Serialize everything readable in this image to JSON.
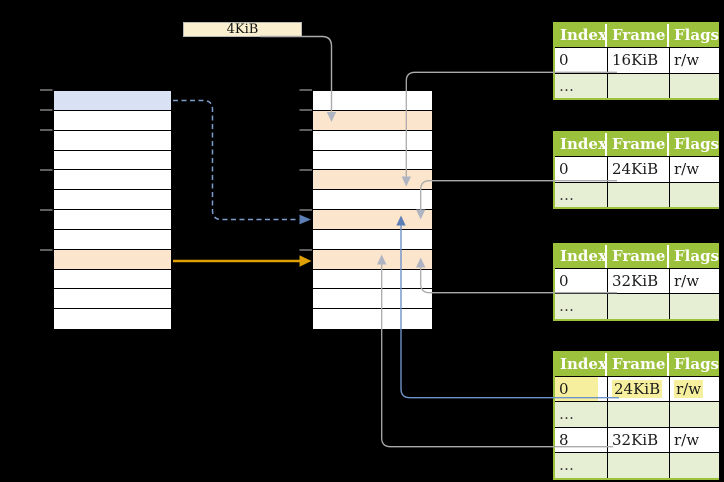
{
  "diagram": "two-level page table address translation",
  "label_box": {
    "text": "4KiB"
  },
  "colors": {
    "background": "#000000",
    "table_border_green": "#9CC13C",
    "table_header_green": "#9CC13C",
    "table_dots_row_green": "#E6EFD4",
    "highlight_yellow": "#F5EF9E",
    "frame_row_orange": "#FCE5CD",
    "page_row_blue": "#D9E2F4",
    "label_box_cream": "#FAEFCF",
    "arrow_orange": "#DFA006",
    "arrow_blue_head": "#5C7FB5",
    "dashed_line_blue": "#7D9CCE",
    "solid_line_blue": "#6E93C8",
    "connector_gray": "#ABABAB",
    "gray_arrow_head": "#AEB4C2"
  },
  "left_column": {
    "role": "virtual memory pages",
    "row_count": 12,
    "highlighted_rows": [
      {
        "index": 0,
        "color": "blue"
      },
      {
        "index": 8,
        "color": "orange"
      }
    ]
  },
  "middle_column": {
    "role": "physical memory frames",
    "row_count": 12,
    "highlighted_rows": [
      {
        "index": 1,
        "color": "orange"
      },
      {
        "index": 4,
        "color": "orange"
      },
      {
        "index": 6,
        "color": "orange"
      },
      {
        "index": 8,
        "color": "orange"
      }
    ]
  },
  "tables": [
    {
      "header": [
        "Index",
        "Frame",
        "Flags"
      ],
      "rows": [
        {
          "cells": [
            "0",
            "16KiB",
            "r/w"
          ],
          "highlighted": false
        },
        {
          "cells": [
            "…",
            "",
            ""
          ],
          "highlighted": false
        }
      ]
    },
    {
      "header": [
        "Index",
        "Frame",
        "Flags"
      ],
      "rows": [
        {
          "cells": [
            "0",
            "24KiB",
            "r/w"
          ],
          "highlighted": false
        },
        {
          "cells": [
            "…",
            "",
            ""
          ],
          "highlighted": false
        }
      ]
    },
    {
      "header": [
        "Index",
        "Frame",
        "Flags"
      ],
      "rows": [
        {
          "cells": [
            "0",
            "32KiB",
            "r/w"
          ],
          "highlighted": false
        },
        {
          "cells": [
            "…",
            "",
            ""
          ],
          "highlighted": false
        }
      ]
    },
    {
      "header": [
        "Index",
        "Frame",
        "Flags"
      ],
      "rows": [
        {
          "cells": [
            "0",
            "24KiB",
            "r/w"
          ],
          "highlighted": true
        },
        {
          "cells": [
            "…",
            "",
            ""
          ],
          "highlighted": false
        },
        {
          "cells": [
            "8",
            "32KiB",
            "r/w"
          ],
          "highlighted": false
        },
        {
          "cells": [
            "…",
            "",
            ""
          ],
          "highlighted": false
        }
      ]
    }
  ]
}
